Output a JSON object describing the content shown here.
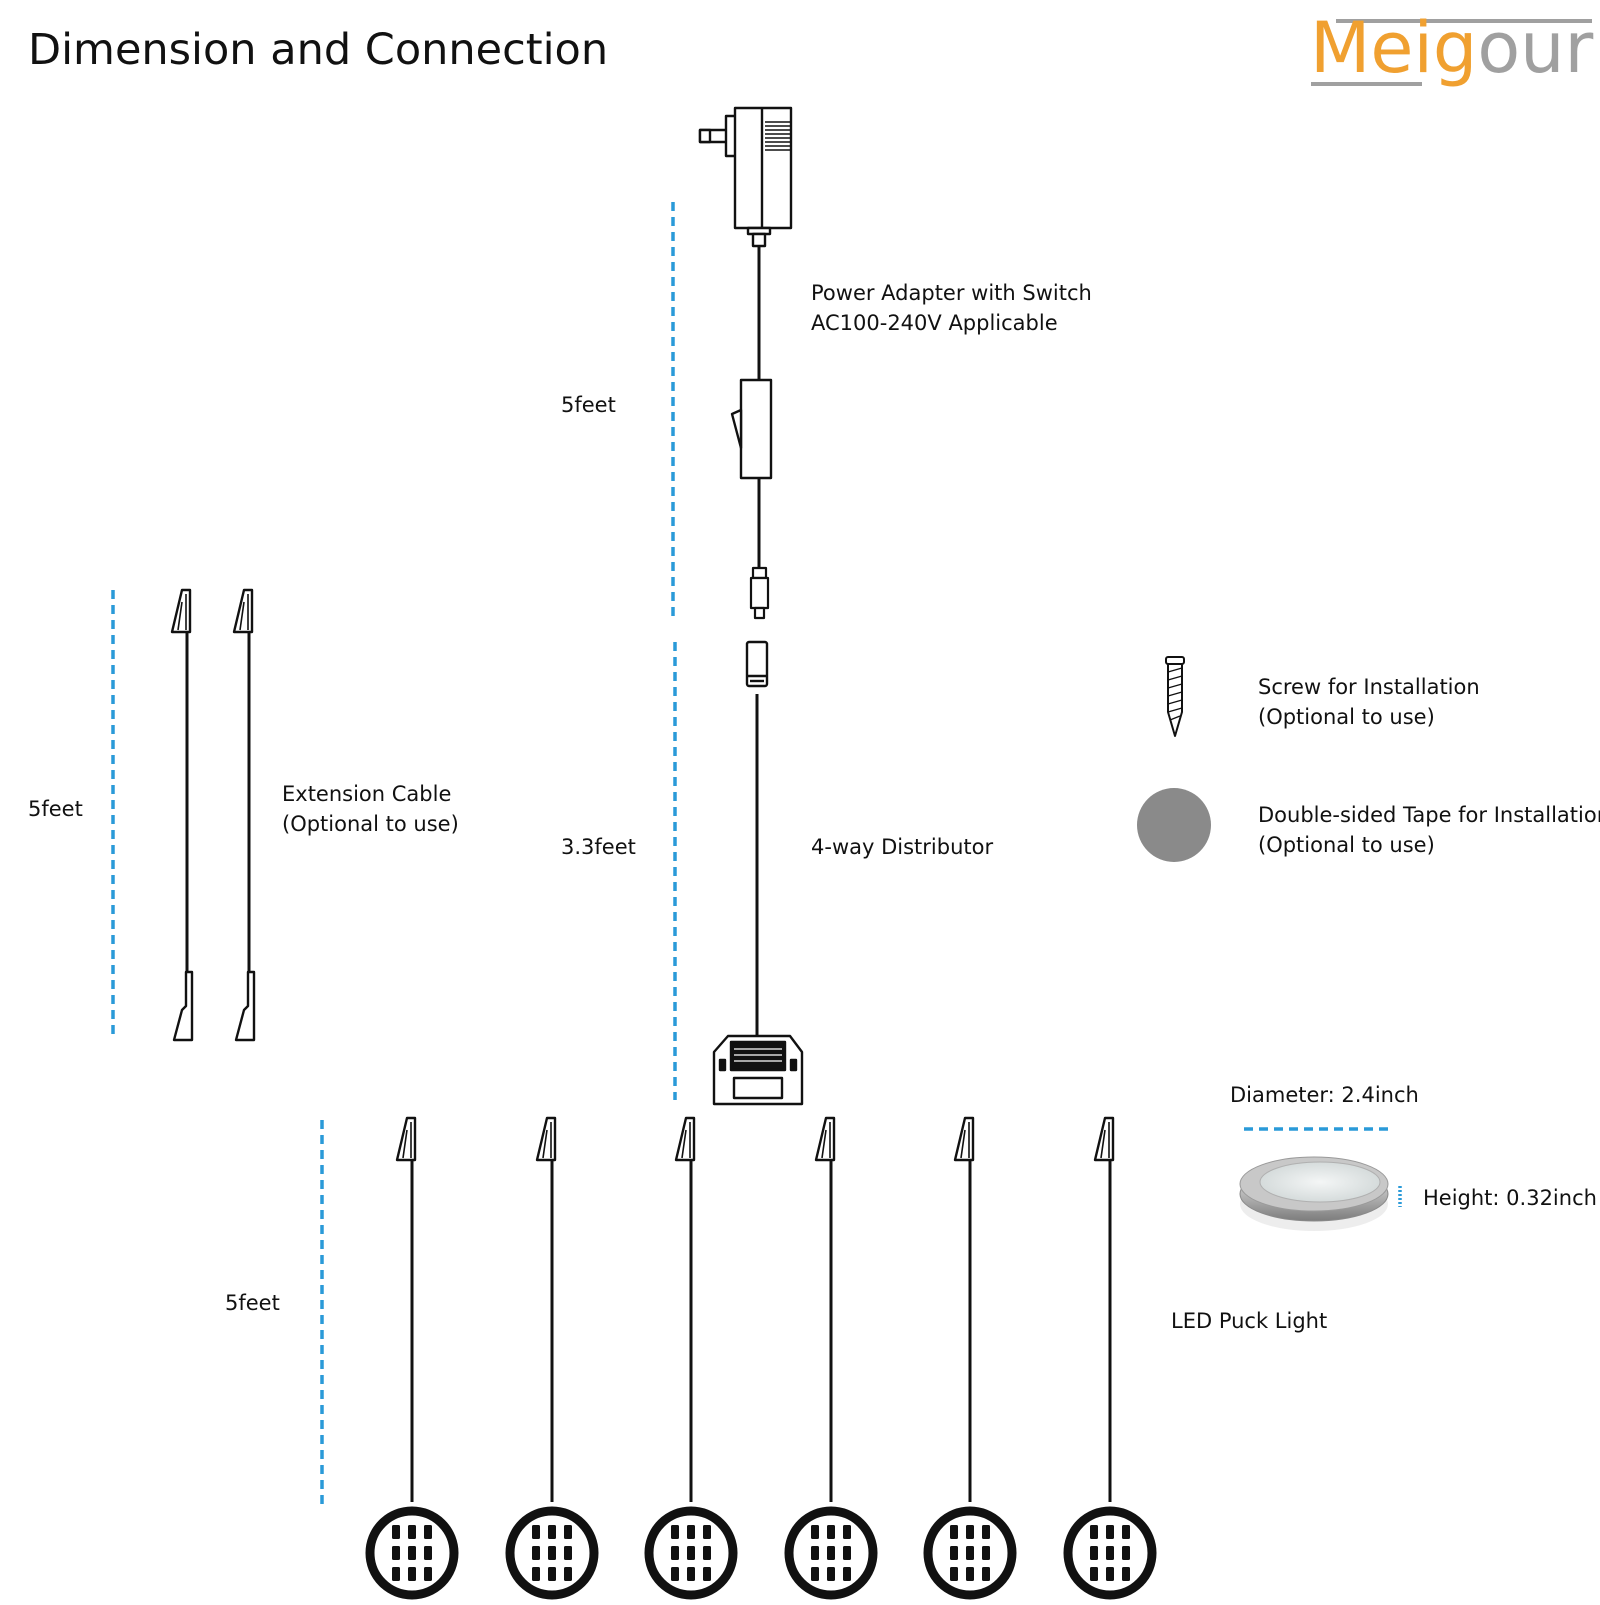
{
  "header": {
    "title": "Dimension and Connection",
    "logo": {
      "text_orange": "Mei",
      "text_g": "g",
      "text_gray": "our"
    }
  },
  "components": {
    "adapter": {
      "line1": "Power Adapter with Switch",
      "line2": "AC100-240V Applicable",
      "length": "5feet"
    },
    "distributor": {
      "label": "4-way Distributor",
      "length": "3.3feet"
    },
    "extension": {
      "line1": "Extension Cable",
      "line2": "(Optional to use)",
      "length": "5feet"
    },
    "screw": {
      "line1": "Screw for Installation",
      "line2": "(Optional to use)"
    },
    "tape": {
      "line1": "Double-sided Tape for Installation",
      "line2": "(Optional to use)"
    },
    "puck": {
      "label": "LED Puck Light",
      "length": "5feet",
      "diameter": "Diameter: 2.4inch",
      "height": "Height: 0.32inch",
      "count": 6
    }
  },
  "colors": {
    "dimension_line": "#2a9ad8",
    "logo_orange": "#f0a030",
    "logo_gray": "#a0a0a0",
    "tape_disc": "#8a8a8a",
    "outline": "#111111"
  }
}
